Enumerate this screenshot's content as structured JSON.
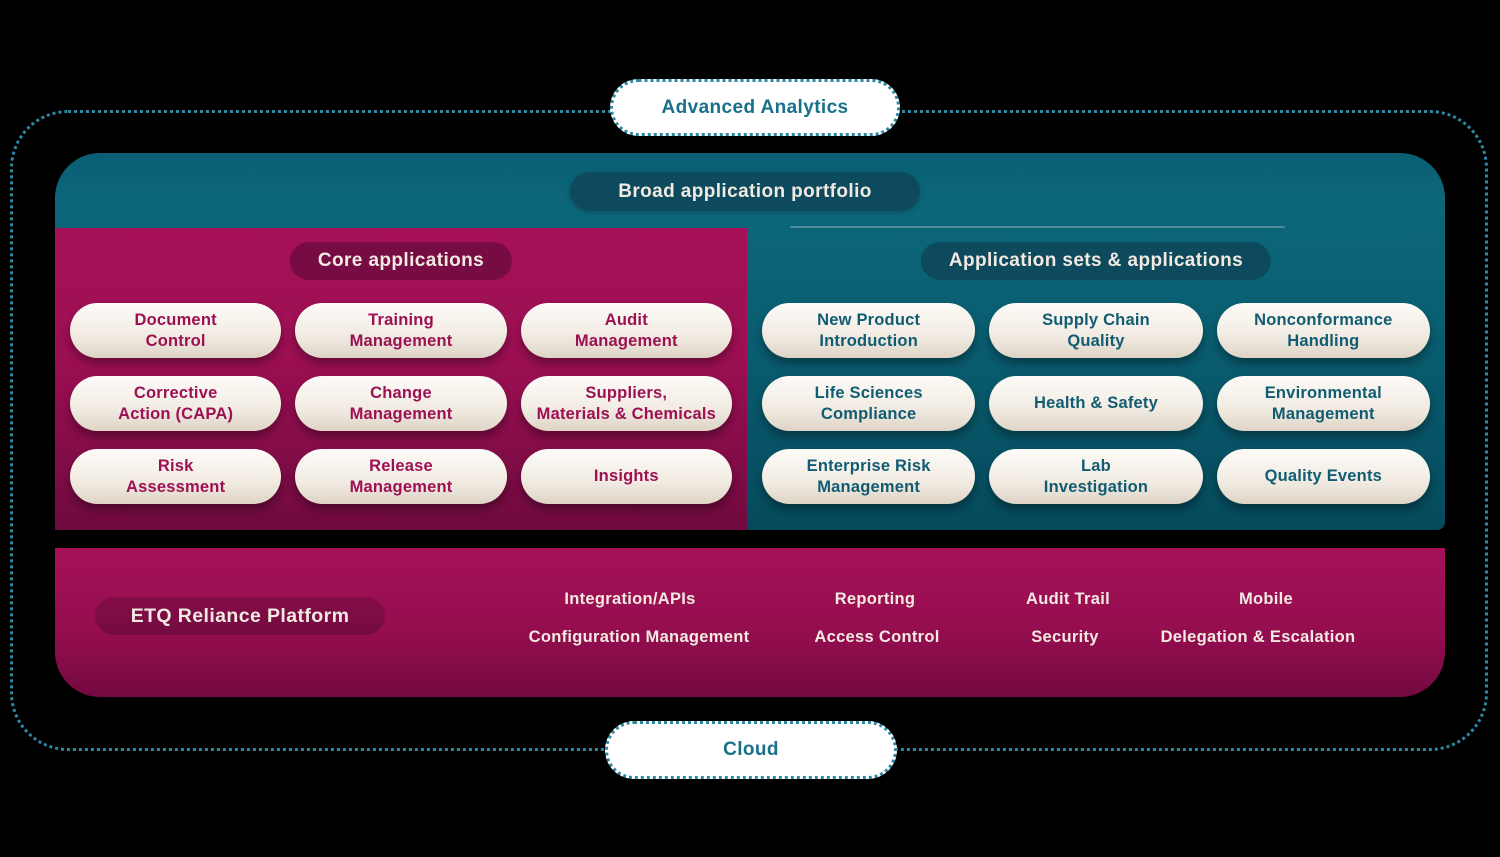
{
  "diagram": {
    "boundary": {
      "top_label": "Advanced Analytics",
      "bottom_label": "Cloud"
    },
    "portfolio": {
      "title": "Broad application portfolio"
    },
    "core": {
      "title": "Core applications",
      "apps": [
        "Document\nControl",
        "Training\nManagement",
        "Audit\nManagement",
        "Corrective\nAction (CAPA)",
        "Change\nManagement",
        "Suppliers,\nMaterials & Chemicals",
        "Risk\nAssessment",
        "Release\nManagement",
        "Insights"
      ]
    },
    "sets": {
      "title": "Application sets & applications",
      "apps": [
        "New Product\nIntroduction",
        "Supply Chain\nQuality",
        "Nonconformance\nHandling",
        "Life Sciences\nCompliance",
        "Health & Safety",
        "Environmental\nManagement",
        "Enterprise Risk\nManagement",
        "Lab\nInvestigation",
        "Quality Events"
      ]
    },
    "platform": {
      "title": "ETQ Reliance Platform",
      "features_row1": [
        "Integration/APIs",
        "Reporting",
        "Audit Trail",
        "Mobile"
      ],
      "features_row2": [
        "Configuration Management",
        "Access Control",
        "Security",
        "Delegation & Escalation"
      ]
    },
    "colors": {
      "teal_panel": "#0A6174",
      "teal_dark_label": "#0E4A5D",
      "maroon_panel": "#9C0F52",
      "maroon_dark_label": "#770B43",
      "platform_bar": "#930D4E",
      "cream_pill": "#F1EBE2",
      "dotted_border": "#2C89A4",
      "teal_text": "#115C72",
      "maroon_text": "#9D1053",
      "node_text": "#19708A"
    }
  }
}
